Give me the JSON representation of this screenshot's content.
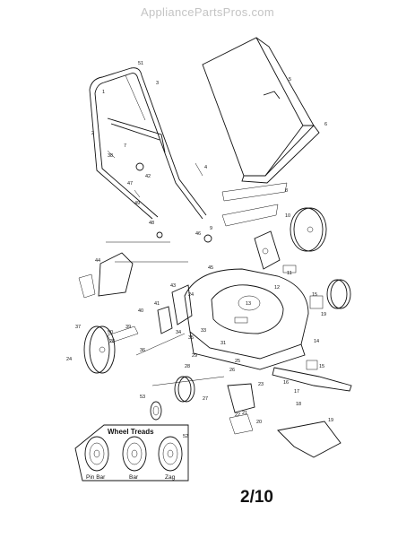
{
  "watermark": "AppliancePartsPros.com",
  "page_number": "2/10",
  "callouts": [
    "51",
    "1",
    "3",
    "2",
    "5",
    "6",
    "7",
    "38",
    "42",
    "4",
    "47",
    "8",
    "49",
    "10",
    "9",
    "48",
    "46",
    "44",
    "11",
    "45",
    "12",
    "13",
    "15",
    "43",
    "24",
    "40",
    "41",
    "35",
    "19",
    "39",
    "50",
    "14",
    "37",
    "28",
    "36",
    "34",
    "33",
    "16",
    "24",
    "31",
    "29",
    "26",
    "25",
    "28",
    "15",
    "17",
    "18",
    "23",
    "27",
    "53",
    "22",
    "21",
    "20",
    "19",
    "52"
  ],
  "legend": {
    "title": "Wheel Treads",
    "labels": [
      "Pin Bar",
      "Bar",
      "Zag"
    ]
  }
}
